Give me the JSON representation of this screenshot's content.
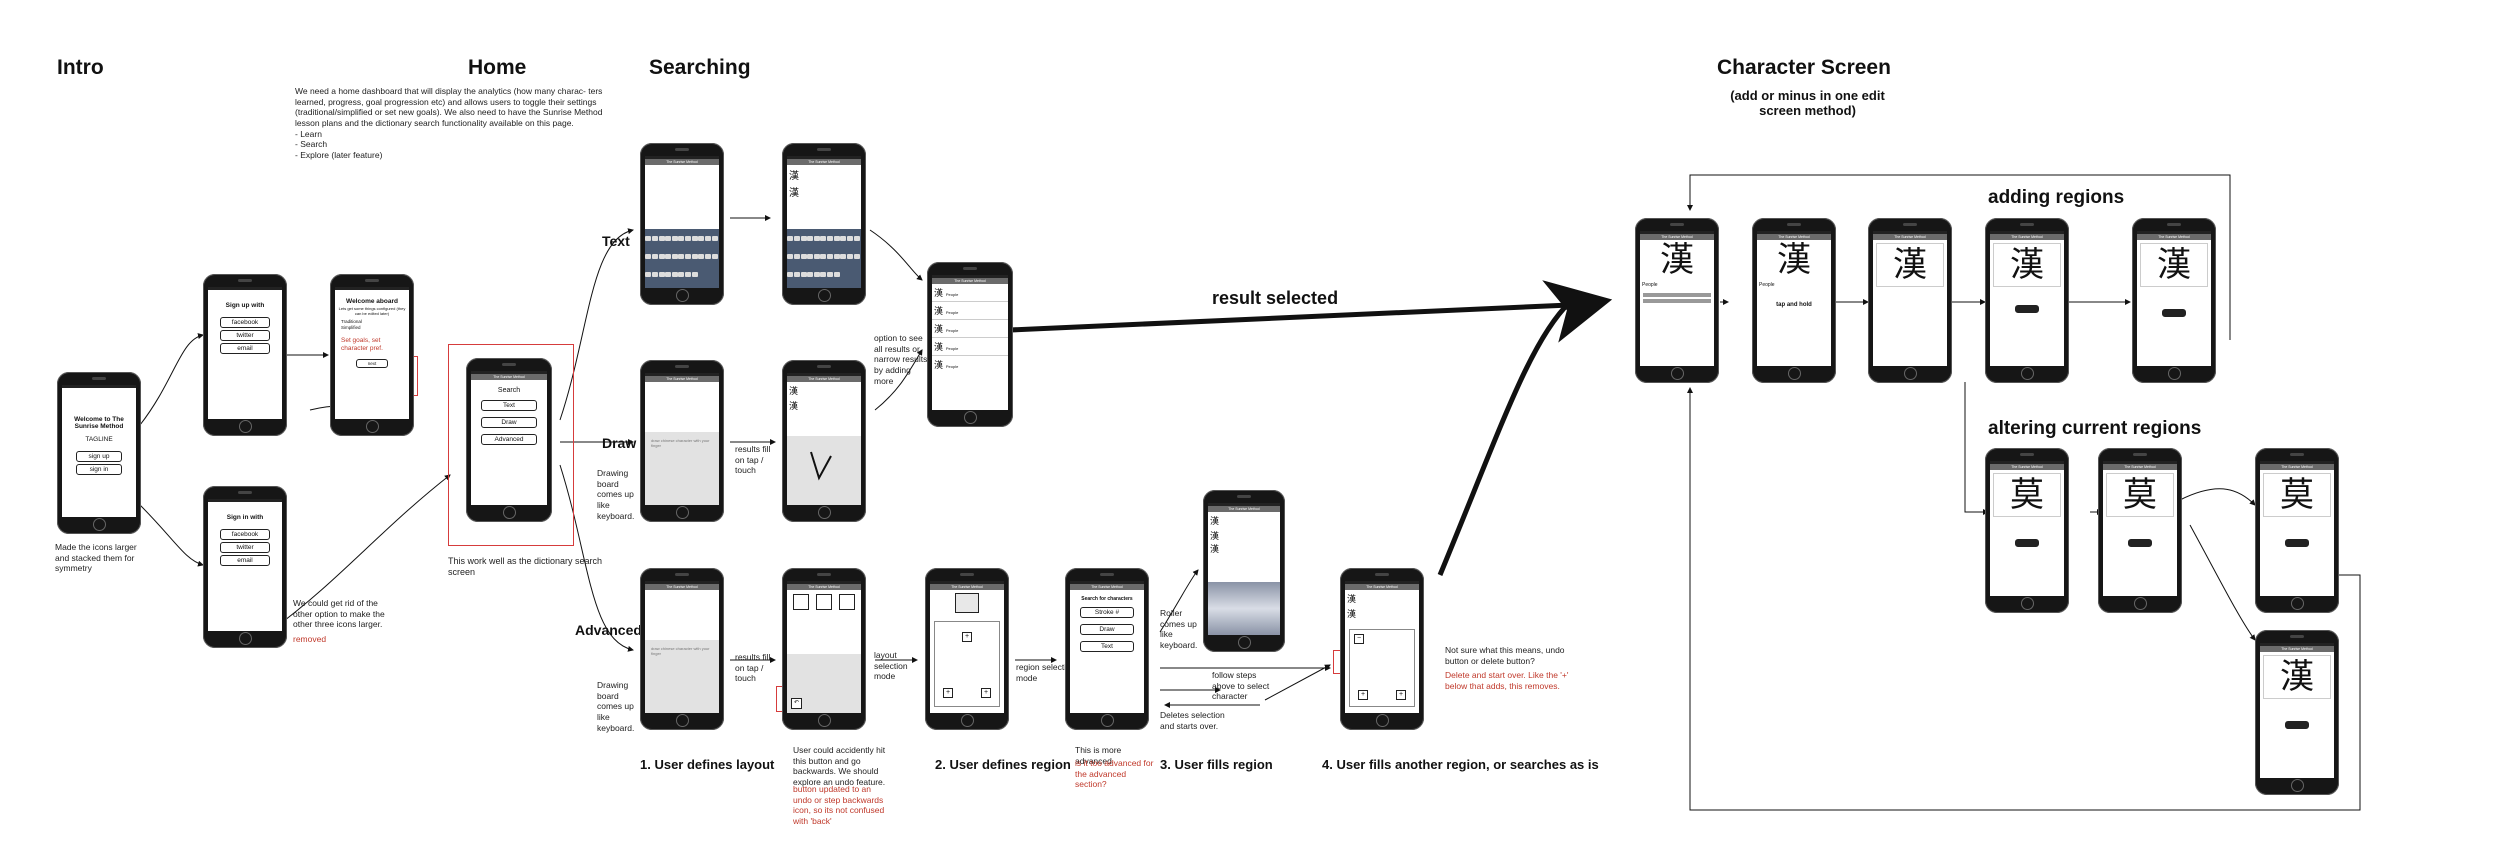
{
  "sections": {
    "intro": "Intro",
    "home": "Home",
    "searching": "Searching",
    "character": "Character Screen",
    "character_sub": "(add or minus in one edit screen method)"
  },
  "notes": {
    "home_desc": "We need a home dashboard that will display the analytics (how many charac- ters learned, progress, goal progression etc) and allows users to toggle their settings (traditional/simplified or set new goals). We also need to have the Sunrise Method lesson plans and the dictionary search functionality available on this page.\n- Learn\n- Search\n- Explore (later feature)",
    "intro_icons": "Made the icons larger and stacked them for symmetry",
    "remove_option": "We could get rid of the other option to make the other three icons larger.",
    "removed": "removed",
    "dictionary": "This work well as the dictionary search screen",
    "drawing_board_1": "Drawing board comes up like keyboard.",
    "drawing_board_2": "Drawing board comes up like keyboard.",
    "results_draw": "results fill on tap / touch",
    "results_adv": "results fill on tap / touch",
    "option_see": "option to see all results or narrow results by adding more",
    "layout_mode": "layout selection mode",
    "region_mode": "region selection mode",
    "undo": "User could accidently hit this button and go backwards. We should explore an undo feature.",
    "undo_red": "button updated to an undo or step backwards icon, so its not confused with 'back'",
    "more_advanced": "This is more advanced",
    "too_advanced": "is it too advanced for the advanced section?",
    "roller": "Roller comes up like keyboard.",
    "follow_steps": "follow steps above to select character",
    "deletes": "Deletes selection and starts over.",
    "not_sure": "Not sure what this means, undo button or delete button?",
    "delete_red": "Delete and start over. Like the '+' below that adds, this removes."
  },
  "labels": {
    "text": "Text",
    "draw": "Draw",
    "advanced": "Advanced",
    "result_selected": "result selected",
    "adding": "adding regions",
    "altering": "altering current regions"
  },
  "steps": {
    "s1": "1. User defines layout",
    "s2": "2. User defines region",
    "s3": "3. User fills region",
    "s4": "4. User fills another region, or searches as is"
  },
  "phones": {
    "welcome": "Welcome to The Sunrise Method",
    "tagline": "TAGLINE",
    "sign_up": "sign up",
    "sign_in": "sign in",
    "sign_up_with": "Sign up with",
    "sign_in_with": "Sign in with",
    "facebook": "facebook",
    "twitter": "twitter",
    "email": "email",
    "aboard": "Welcome aboard",
    "aboard_sub": "Lets get some things configured (they can be edited later)",
    "traditional": "Traditional",
    "simplified": "Simplified",
    "set_goals": "Set goals, set character pref.",
    "next": "next",
    "app_title": "The Sunrise Method",
    "search": "Search",
    "btn_text": "Text",
    "btn_draw": "Draw",
    "btn_advanced": "Advanced",
    "hint": "draw chinese character with your finger",
    "search_for": "Search for characters",
    "stroke": "Stroke #",
    "people": "People",
    "tap_hold": "tap and hold",
    "hanzi": "漢",
    "hanzi_alt": "莫"
  }
}
